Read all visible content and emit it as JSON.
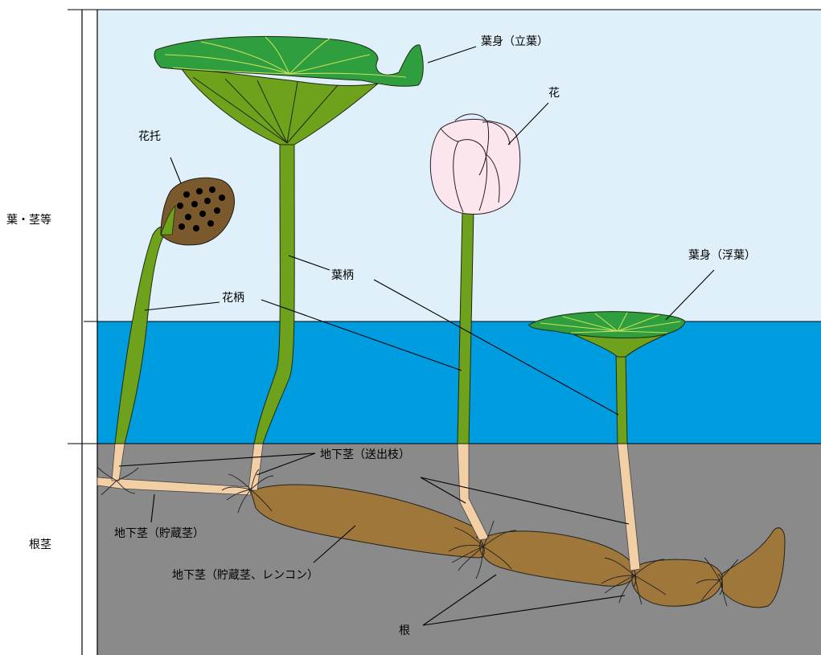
{
  "diagram": {
    "layers": [
      {
        "id": "air",
        "label": "葉・茎等",
        "color": "#e0f0fa"
      },
      {
        "id": "water",
        "label": "",
        "color": "#009ce0"
      },
      {
        "id": "soil",
        "label": "根茎",
        "color": "#8a8a8a"
      }
    ],
    "labels": {
      "leaf_blade_standing": "葉身（立葉）",
      "flower": "花",
      "receptacle": "花托",
      "leaf_blade_floating": "葉身（浮葉）",
      "petiole": "葉柄",
      "peduncle": "花柄",
      "stolon": "地下茎（送出枝）",
      "storage_stem": "地下茎（貯蔵茎）",
      "storage_stem_renkon": "地下茎（貯蔵茎、レンコン）",
      "root": "根"
    },
    "colors": {
      "leaf": "#2e9e3e",
      "stem": "#6fa21c",
      "receptacle": "#7a5a2c",
      "flower": "#fce6ee",
      "renkon": "#a0773a",
      "underground_stem": "#f3cfa6"
    }
  }
}
